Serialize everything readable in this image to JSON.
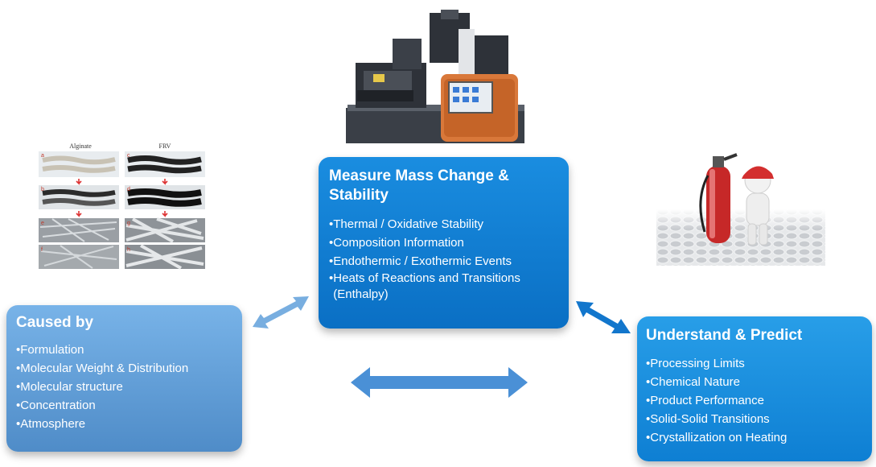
{
  "measure": {
    "title": "Measure Mass Change & Stability",
    "items": [
      "Thermal / Oxidative Stability",
      "Composition Information",
      "Endothermic / Exothermic Events",
      "Heats of Reactions and Transitions (Enthalpy)"
    ]
  },
  "caused": {
    "title": "Caused by",
    "items": [
      "Formulation",
      "Molecular Weight & Distribution",
      "Molecular structure",
      "Concentration",
      "Atmosphere"
    ]
  },
  "understand": {
    "title": "Understand & Predict",
    "items": [
      "Processing Limits",
      "Chemical Nature",
      "Product Performance",
      "Solid-Solid Transitions",
      "Crystallization on Heating"
    ]
  },
  "fiber_figure": {
    "col_left": "Alginate",
    "col_right": "FRV",
    "panel_letters": [
      "a",
      "b",
      "c",
      "d",
      "e",
      "f",
      "g",
      "h"
    ]
  },
  "bullet": "•",
  "colors": {
    "box_top": "#0a6fc4",
    "box_left": "#5b9ad6",
    "box_right": "#1589dc",
    "arrow": "#4a90d6",
    "instrument_accent": "#d9783a"
  }
}
